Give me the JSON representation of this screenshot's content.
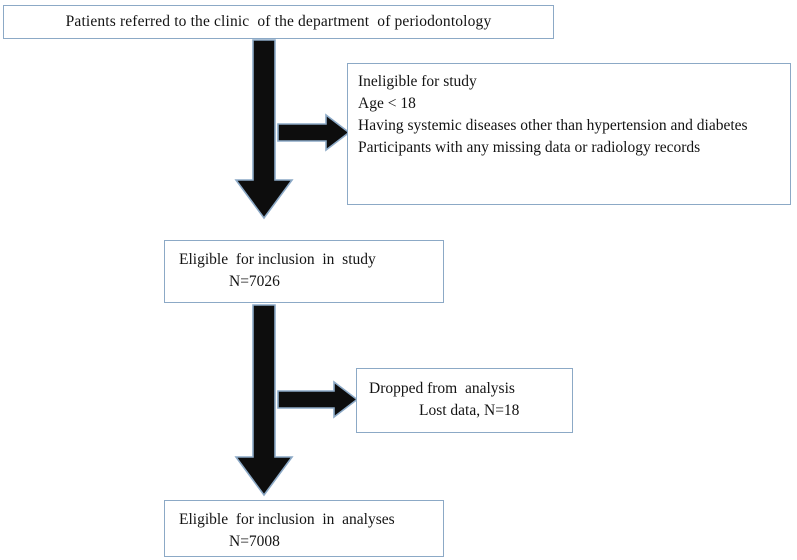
{
  "diagram": {
    "title": "Patient flow diagram",
    "type": "flowchart",
    "colors": {
      "box_border": "#8ca9c6",
      "box_fill": "#ffffff",
      "arrow_fill": "#0d0d0d",
      "arrow_outline": "#8ca9c6",
      "text": "#131313",
      "background": "#ffffff"
    },
    "boxes": {
      "enrollment": {
        "line1": "Patients referred to the clinic  of the department  of periodontology"
      },
      "ineligible": {
        "line1": "Ineligible  for study",
        "line2": "Age  < 18",
        "line3": "Having  systemic  diseases  other  than  hypertension  and diabetes",
        "line4": "Participants  with  any missing  data or radiology  records"
      },
      "eligible_study": {
        "line1": "Eligible  for inclusion  in  study",
        "line2": "N=7026"
      },
      "dropped": {
        "line1": "Dropped from  analysis",
        "line2": "Lost data, N=18"
      },
      "eligible_analyses": {
        "line1": "Eligible  for inclusion  in  analyses",
        "line2": "N=7008"
      }
    },
    "arrows": {
      "vertical_1": "down-arrow-enrollment-to-eligible",
      "vertical_2": "down-arrow-eligible-to-analyses",
      "horizontal_1": "right-arrow-to-ineligible",
      "horizontal_2": "right-arrow-to-dropped"
    }
  }
}
